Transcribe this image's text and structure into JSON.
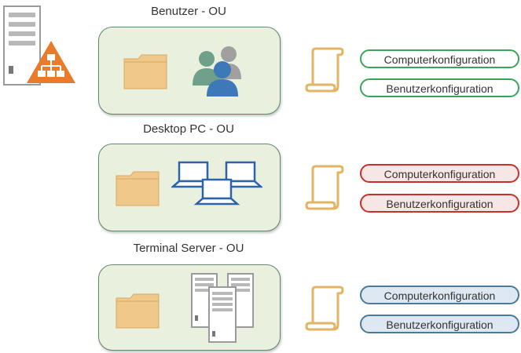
{
  "sections": [
    {
      "title": "Benutzer - OU",
      "icon": "users-icon",
      "policy_border": "#3aa55a",
      "policy_fill": "#ffffff",
      "items": [
        "Computerkonfiguration",
        "Benutzerkonfiguration"
      ]
    },
    {
      "title": "Desktop PC - OU",
      "icon": "laptops-icon",
      "policy_border": "#c9302c",
      "policy_fill": "#f6e6e6",
      "items": [
        "Computerkonfiguration",
        "Benutzerkonfiguration"
      ]
    },
    {
      "title": "Terminal Server - OU",
      "icon": "servers-icon",
      "policy_border": "#4a7a9a",
      "policy_fill": "#dde8f2",
      "items": [
        "Computerkonfiguration",
        "Benutzerkonfiguration"
      ]
    }
  ],
  "colors": {
    "ou_box_fill": "#e9f0de",
    "ou_box_border": "#5e8a6e",
    "folder": "#f0c98a",
    "scroll": "#e3b465",
    "hierarchy_badge": "#e87b2c"
  }
}
